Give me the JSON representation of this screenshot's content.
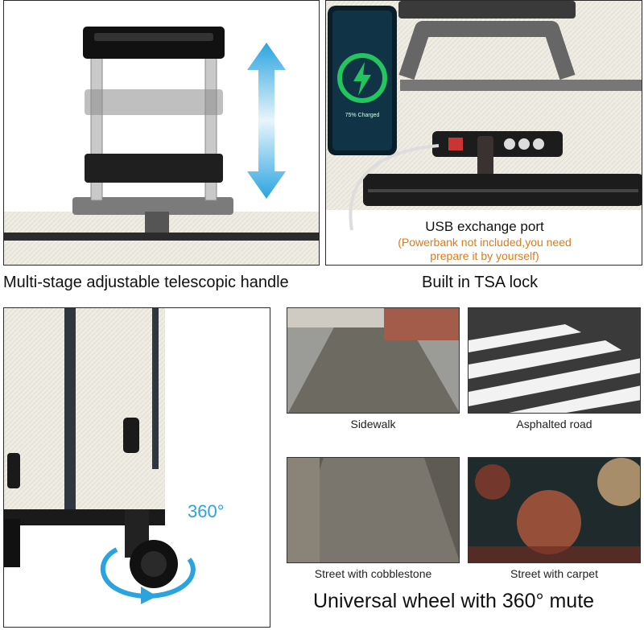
{
  "panels": {
    "handle": {
      "caption": "Multi-stage adjustable telescopic handle"
    },
    "lock": {
      "caption": "Built in TSA lock",
      "usb_title": "USB exchange port",
      "usb_note_line1": "(Powerbank not included,you need",
      "usb_note_line2": "prepare it by yourself)",
      "phone_status": "75% Charged"
    },
    "wheel": {
      "rotation_label": "360°"
    }
  },
  "surfaces": [
    {
      "label": "Sidewalk"
    },
    {
      "label": "Asphalted road"
    },
    {
      "label": "Street with cobblestone"
    },
    {
      "label": "Street with carpet"
    }
  ],
  "footer": {
    "title": "Universal wheel with 360° mute"
  },
  "colors": {
    "accent_blue": "#2aa4e0",
    "usb_orange": "#e07a1a",
    "charge_green": "#22c55e",
    "shell": "#efece3"
  },
  "icons": [
    "up-down-arrow-icon",
    "charging-bolt-icon",
    "rotation-arrow-icon"
  ]
}
